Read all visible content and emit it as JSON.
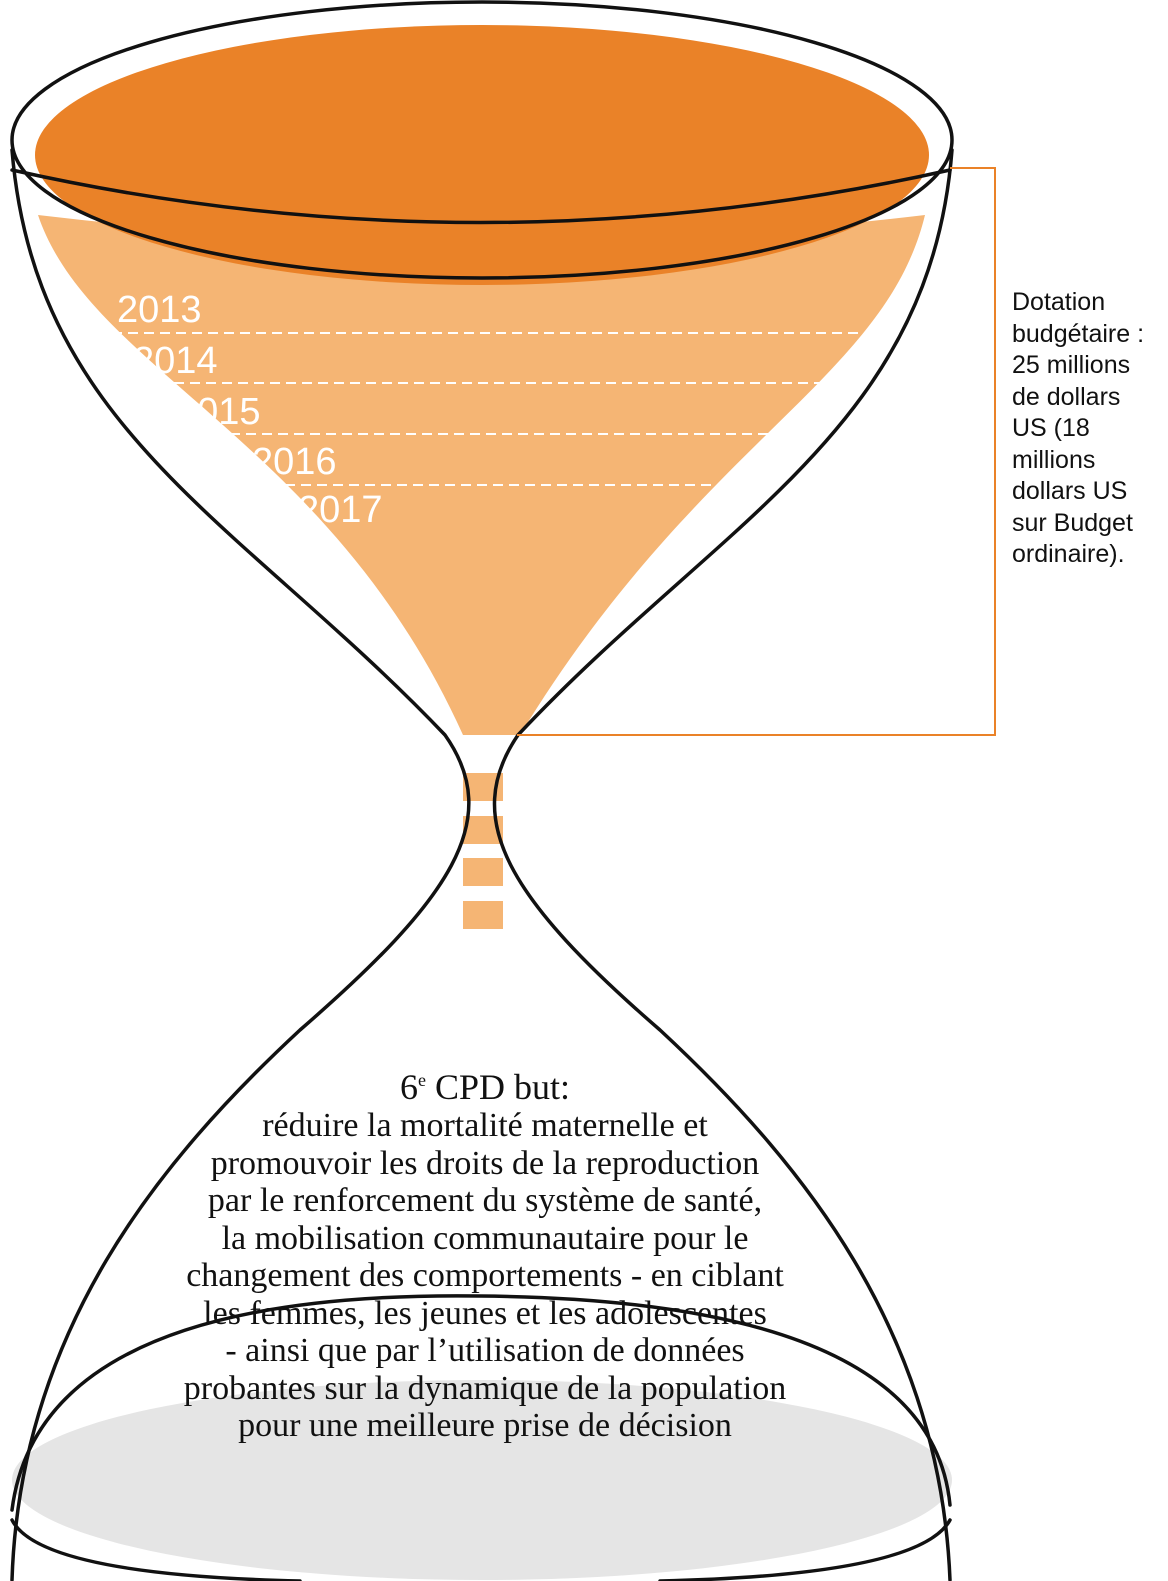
{
  "colors": {
    "top_fill": "#ea8228",
    "sand_fill": "#f5b574",
    "bottom_fill": "#e5e5e5",
    "bracket": "#ea8228",
    "outline": "#111111",
    "dashes": "#ffffff"
  },
  "years": [
    "2013",
    "2014",
    "2015",
    "2016",
    "2017"
  ],
  "budget_note": {
    "lines": [
      "Dotation",
      "budgétaire :",
      "25 millions",
      "de dollars",
      "US (18",
      "millions",
      "dollars US",
      "sur Budget",
      "ordinaire)."
    ]
  },
  "goal": {
    "title_prefix": "6",
    "title_sup": "e",
    "title_rest": " CPD but:",
    "lines": [
      "réduire la mortalité maternelle et",
      "promouvoir les droits de la reproduction",
      "par le renforcement du système de santé,",
      "la mobilisation communautaire pour le",
      "changement des comportements - en ciblant",
      "les femmes, les  jeunes et les adolescentes",
      "- ainsi que par  l’utilisation de données",
      "probantes sur la dynamique de la population",
      "pour une meilleure  prise de décision"
    ]
  }
}
